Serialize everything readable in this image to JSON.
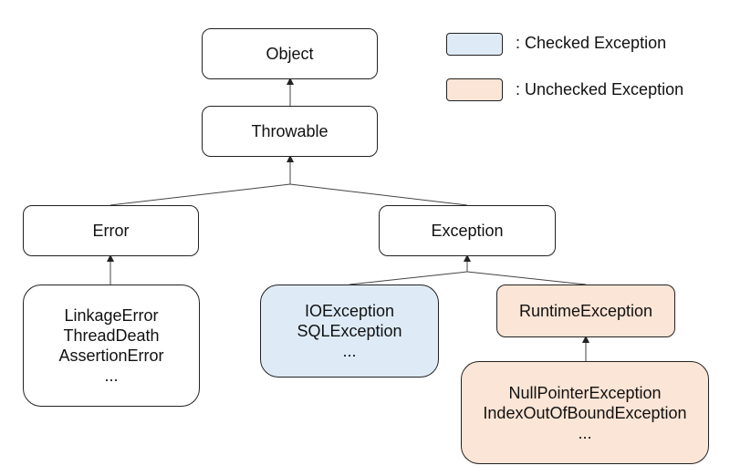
{
  "nodes": {
    "object": "Object",
    "throwable": "Throwable",
    "error": "Error",
    "exception": "Exception",
    "error_subclasses": [
      "LinkageError",
      "ThreadDeath",
      "AssertionError",
      "..."
    ],
    "checked_subclasses": [
      "IOException",
      "SQLException",
      "..."
    ],
    "runtime_exception": "RuntimeException",
    "unchecked_subclasses": [
      "NullPointerException",
      "IndexOutOfBoundException",
      "..."
    ]
  },
  "legend": {
    "checked": ": Checked Exception",
    "unchecked": ": Unchecked Exception"
  },
  "colors": {
    "checked": "#deebf7",
    "unchecked": "#fbe5d6",
    "stroke": "#222222"
  }
}
